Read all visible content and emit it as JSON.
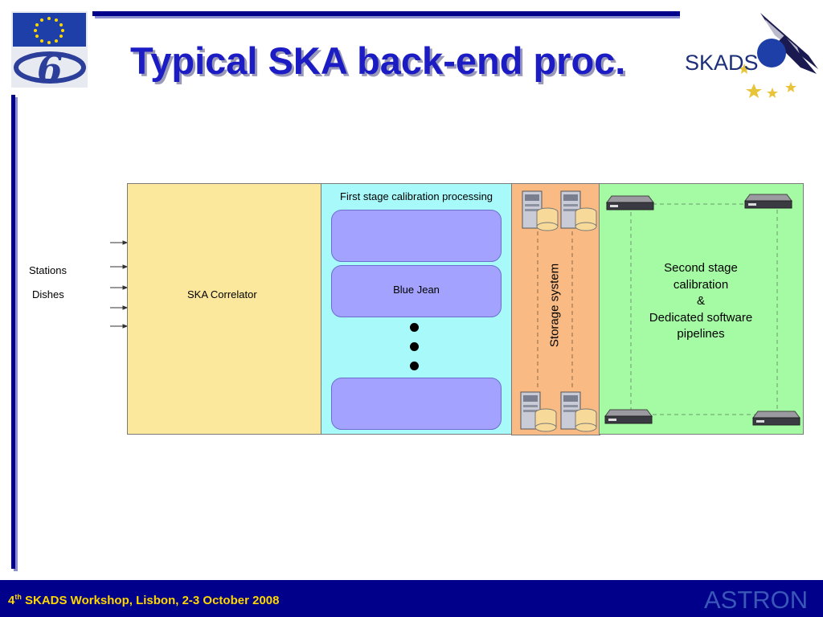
{
  "slide": {
    "title": "Typical SKA back-end proc.",
    "footer": {
      "number": "4",
      "superscript": "th",
      "text": " SKADS Workshop, Lisbon, 2-3 October 2008"
    }
  },
  "logos": {
    "eu_fp6": "6",
    "skads": "SKADS",
    "astron": "ASTRON"
  },
  "diagram": {
    "inputs": [
      "Stations",
      "Dishes"
    ],
    "correlator_label": "SKA Correlator",
    "first_stage": {
      "title": "First stage calibration processing",
      "boxes": [
        "",
        "Blue Jean",
        ""
      ]
    },
    "storage_label": "Storage system",
    "second_stage_lines": [
      "Second stage",
      "calibration",
      "&",
      "Dedicated software",
      "pipelines"
    ]
  },
  "colors": {
    "navy": "#00008b",
    "title_blue": "#1c1cc4",
    "footer_text": "#ffd700",
    "correlator": "#fce89c",
    "first_stage": "#a8fafa",
    "storage": "#f9bb83",
    "second_stage": "#a4fba4",
    "processing_box": "#a3a3ff"
  }
}
